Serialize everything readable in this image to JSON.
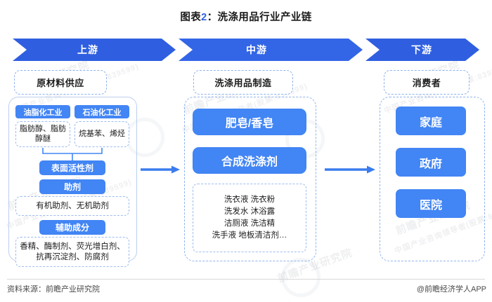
{
  "title": {
    "prefix": "图表",
    "number": "2",
    "text": "：洗涤用品行业产业链"
  },
  "banner": {
    "upstream_label": "上游",
    "midstream_label": "中游",
    "downstream_label": "下游",
    "color": "#2f5fe0"
  },
  "accent": {
    "pill_blue": "#4285f4",
    "dash_blue": "#8fb3ee",
    "arrow_blue": "#3b7ced"
  },
  "upstream": {
    "header": "原材料供应",
    "branches": [
      {
        "pill": "油脂化工业",
        "detail": "脂肪醇、脂肪醇醚"
      },
      {
        "pill": "石油化工业",
        "detail": "烷基苯、烯烃"
      }
    ],
    "surfactant": "表面活性剂",
    "additive": {
      "pill": "助剂",
      "detail": "有机助剂、无机助剂"
    },
    "auxiliary": {
      "pill": "辅助成分",
      "detail": "香精、酶制剂、荧光增白剂、抗再沉淀剂、防腐剂"
    }
  },
  "midstream": {
    "header": "洗涤用品制造",
    "categories": [
      "肥皂/香皂",
      "合成洗涤剂"
    ],
    "products": [
      "洗衣液 洗衣粉",
      "洗发水 沐浴露",
      "洁厕液 洗洁精",
      "洗手液 地板清洁剂…"
    ]
  },
  "downstream": {
    "header": "消费者",
    "items": [
      "家庭",
      "政府",
      "医院"
    ]
  },
  "footer": {
    "source": "资料来源：前瞻产业研究院",
    "app": "@前瞻经济学人APP"
  },
  "watermarks": {
    "text_a": "前瞻产业研究院",
    "text_b": "中国产业咨询领导者(股票:839599)"
  }
}
